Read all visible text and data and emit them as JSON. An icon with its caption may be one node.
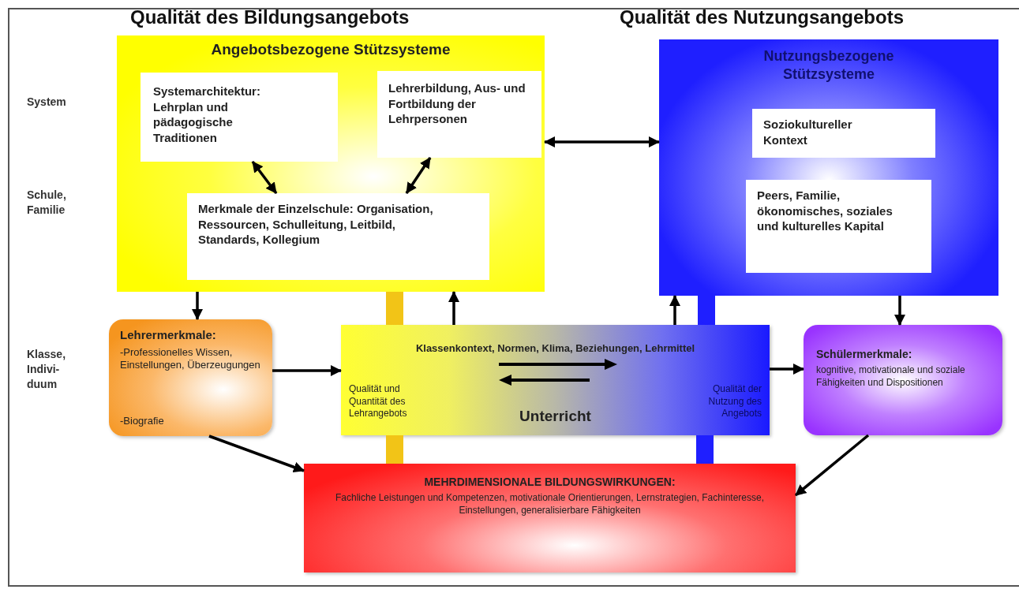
{
  "diagram": {
    "nodes": [
      {
        "text": [
          "Angebotsbezogene Stützsysteme"
        ]
      },
      {
        "text": [
          "Systemarchitektur: Lehrplan und pädagogische Traditionen"
        ],
        "in": 0
      },
      {
        "text": [
          "Lehrerbildung, Aus- und Fortbildung der Lehrpersonen"
        ],
        "in": 0
      },
      {
        "text": [
          "Merkmale der Einzelschule: Organisation, Ressourcen, Schulleitung, Leitbild, Standards, Kollegium"
        ],
        "in": 0
      },
      {
        "text": [
          "Nutzungsbezogene Stützsysteme"
        ]
      },
      {
        "text": [
          "Soziokultureller Kontext"
        ],
        "in": 4
      },
      {
        "text": [
          "Peers, Familie, ökonomisches, soziales und kulturelles Kapital"
        ],
        "in": 4
      },
      {
        "text": [
          "Lehrermerkmale:",
          "-Professionelles Wissen, Einstellungen, Überzeugungen",
          "-Biografie"
        ]
      },
      {
        "text": [
          "Klassenkontext, Normen, Klima, Beziehungen, Lehrmittel",
          "Qualität und Quantität des Lehrangebots",
          "Qualität der Nutzung des Angebots",
          "Unterricht"
        ]
      },
      {
        "text": [
          "Schülermerkmale:",
          "kognitive, motivationale und soziale Fähigkeiten und Dispositionen"
        ]
      },
      {
        "text": [
          "MEHRDIMENSIONALE BILDUNGSWIRKUNGEN:",
          "Fachliche Leistungen und Kompetenzen, motivationale Orientierungen, Lernstrategien, Fachinteresse, Einstellungen, generalisierbare Fähigkeiten"
        ]
      }
    ],
    "edges": [
      {
        "from": 1,
        "to": 3,
        "arrow": "both"
      },
      {
        "from": 2,
        "to": 3,
        "arrow": "both"
      },
      {
        "from": 0,
        "to": 4,
        "arrow": "both"
      },
      {
        "from": 0,
        "to": 7,
        "arrow": "to"
      },
      {
        "from": 0,
        "to": 8,
        "arrow": "to",
        "style": "thick",
        "color": "#f2c417"
      },
      {
        "from": 8,
        "to": 0,
        "arrow": "to"
      },
      {
        "from": 8,
        "to": 4,
        "arrow": "to"
      },
      {
        "from": 4,
        "to": 8,
        "arrow": "to",
        "style": "thick",
        "color": "#1f1fff"
      },
      {
        "from": 4,
        "to": 9,
        "arrow": "to"
      },
      {
        "from": 7,
        "to": 8,
        "arrow": "to"
      },
      {
        "from": 8,
        "to": 9,
        "arrow": "to"
      },
      {
        "from": 7,
        "to": 10,
        "arrow": "to"
      },
      {
        "from": 9,
        "to": 10,
        "arrow": "to"
      },
      {
        "from": 8,
        "to": 10,
        "arrow": "to",
        "style": "thick",
        "color": "#f2c417"
      },
      {
        "from": 8,
        "to": 10,
        "arrow": "to",
        "style": "thick",
        "color": "#1f1fff"
      }
    ],
    "labels": [
      "Qualität des Bildungsangebots",
      "Qualität des Nutzungsangebots",
      "System",
      "Schule, Familie",
      "Klasse, Indivi-duum"
    ]
  }
}
